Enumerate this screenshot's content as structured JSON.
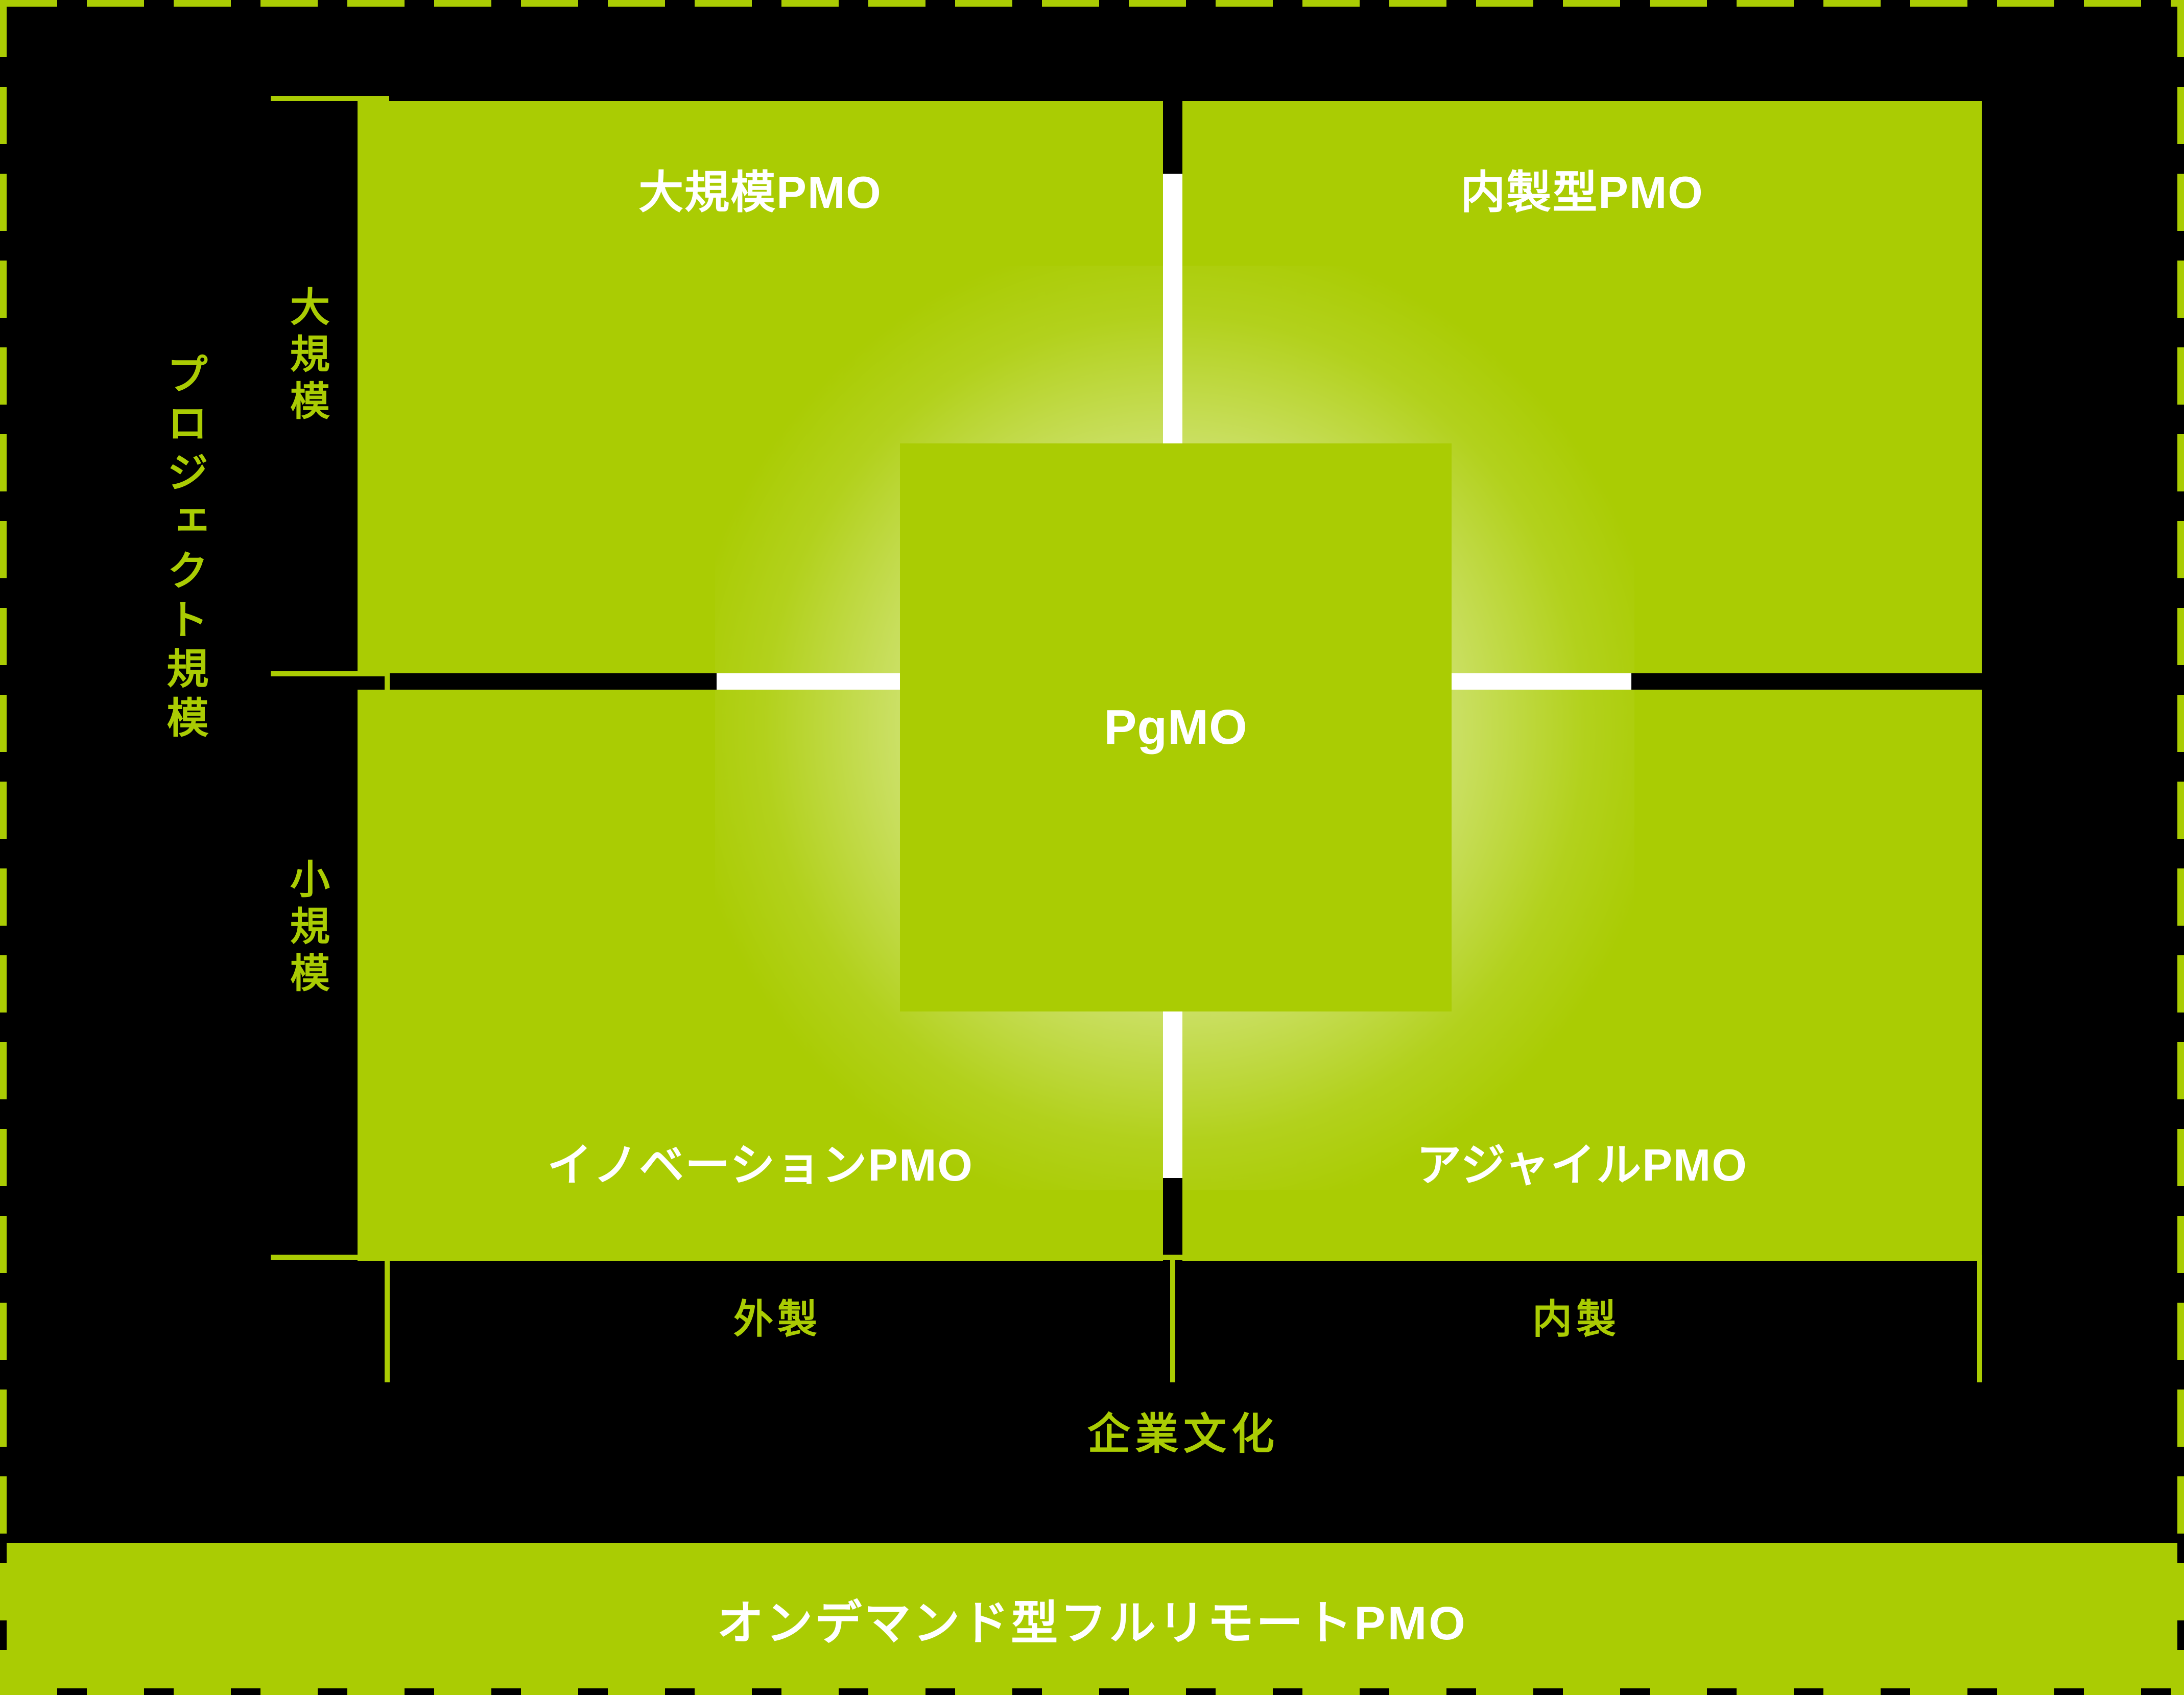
{
  "colors": {
    "accent": "#AACC03",
    "background": "#000000",
    "text_on_accent": "#FFFFFF",
    "divider_white": "#FFFFFF"
  },
  "chart_data": {
    "type": "matrix",
    "title": "",
    "xlabel": "企業文化",
    "ylabel": "プロジェクト規模",
    "x_categories": [
      "外製",
      "内製"
    ],
    "y_categories": [
      "大規模",
      "小規模"
    ],
    "cells": [
      {
        "x": "外製",
        "y": "大規模",
        "label": "大規模PMO"
      },
      {
        "x": "内製",
        "y": "大規模",
        "label": "内製型PMO"
      },
      {
        "x": "外製",
        "y": "小規模",
        "label": "イノベーションPMO"
      },
      {
        "x": "内製",
        "y": "小規模",
        "label": "アジャイルPMO"
      }
    ],
    "center": "PgMO",
    "footer": "オンデマンド型フルリモートPMO"
  },
  "matrix": {
    "quadrants": [
      {
        "key": "tl",
        "label": "大規模PMO"
      },
      {
        "key": "tr",
        "label": "内製型PMO"
      },
      {
        "key": "bl",
        "label": "イノベーションPMO"
      },
      {
        "key": "br",
        "label": "アジャイルPMO"
      }
    ],
    "center_label": "PgMO"
  },
  "axes": {
    "y": {
      "outer_label": "プロジェクト規模",
      "top_label": "大規模",
      "bottom_label": "小規模"
    },
    "x": {
      "outer_label": "企業文化",
      "left_label": "外製",
      "right_label": "内製"
    }
  },
  "banner": {
    "label": "オンデマンド型フルリモートPMO"
  }
}
